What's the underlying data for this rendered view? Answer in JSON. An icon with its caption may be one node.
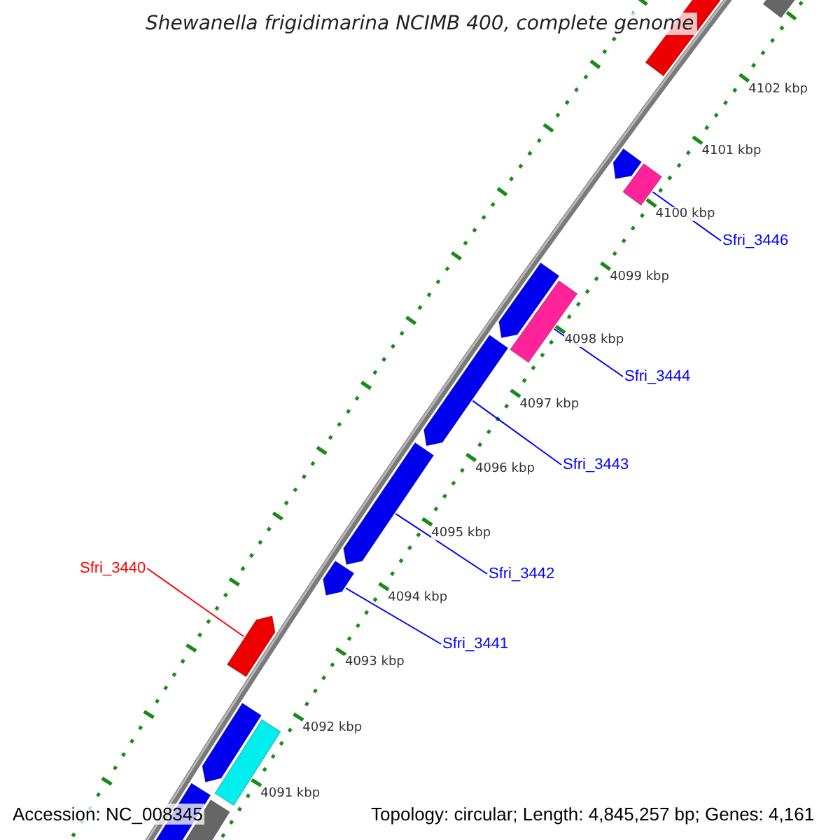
{
  "diagram": {
    "title": "Shewanella frigidimarina NCIMB 400, complete genome",
    "nodes": [
      {
        "text": [
          "Sfri_3446"
        ]
      },
      {
        "text": [],
        "shape": "bar"
      },
      {
        "text": [
          "Sfri_3444"
        ]
      },
      {
        "text": [],
        "shape": "bar"
      },
      {
        "text": [
          "Sfri_3443"
        ]
      },
      {
        "text": [],
        "shape": "bar"
      },
      {
        "text": [
          "Sfri_3442"
        ]
      },
      {
        "text": [],
        "shape": "bar"
      },
      {
        "text": [
          "Sfri_3441"
        ]
      },
      {
        "text": [],
        "shape": "bar"
      },
      {
        "text": [
          "Sfri_3440"
        ]
      },
      {
        "text": [],
        "shape": "bar"
      }
    ],
    "edges": [
      {
        "from": 0,
        "to": 1,
        "arrow": "none"
      },
      {
        "from": 2,
        "to": 3,
        "arrow": "none"
      },
      {
        "from": 4,
        "to": 5,
        "arrow": "none"
      },
      {
        "from": 6,
        "to": 7,
        "arrow": "none"
      },
      {
        "from": 8,
        "to": 9,
        "arrow": "none"
      },
      {
        "from": 10,
        "to": 11,
        "arrow": "none",
        "color": "#ff0000"
      }
    ],
    "labels": [
      "4102 kbp",
      "4101 kbp",
      "4100 kbp",
      "4099 kbp",
      "4098 kbp",
      "4097 kbp",
      "4096 kbp",
      "4095 kbp",
      "4094 kbp",
      "4093 kbp",
      "4092 kbp",
      "4091 kbp",
      "Accession: NC_008345",
      "Topology: circular; Length: 4,845,257 bp; Genes: 4,161"
    ]
  }
}
